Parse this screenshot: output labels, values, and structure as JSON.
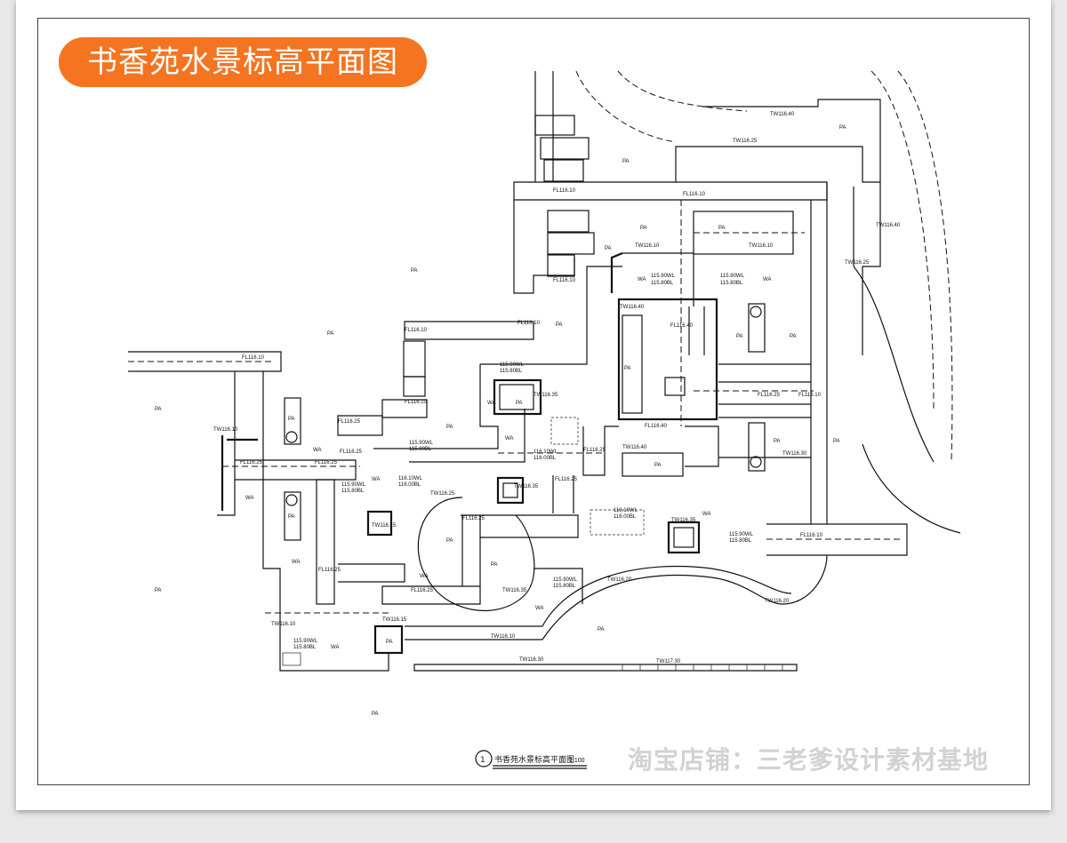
{
  "title": "书香苑水景标高平面图",
  "watermark": "淘宝店铺：三老爹设计素材基地",
  "caption": {
    "number": "1",
    "title": "书香苑水景标高平面图",
    "scale": "1:100"
  },
  "labels": {
    "tw_top_right": "TW116.40",
    "tw_upper": "TW116.25",
    "fl_a": "FL116.10",
    "fl_b": "FL116.10",
    "fl_c": "FL116.10",
    "tw_mid_left": "TW116.10",
    "tw_mid_right": "TW116.10",
    "tw_right_vertical": "TW116.40",
    "tw_right_vertical2": "TW116.25",
    "level_1a": "115.90WL",
    "level_1b": "115.80BL",
    "level_2a": "115.90WL",
    "level_2b": "115.80BL",
    "tw_116_40b": "TW116.40",
    "fl_116_40": "FL116.40",
    "fl_116_10d": "FL116.10",
    "fl_116_10e": "FL116.10",
    "fl_116_10f": "FL116.10",
    "fl_left": "FL116.10",
    "tw_left": "TW116.10",
    "fl_116_25a": "FL116.25",
    "fl_116_25b": "FL116.25",
    "fl_116_25c": "FL116.25",
    "fl_116_25d": "FL116.25",
    "level_3a": "115.90WL",
    "level_3b": "115.80BL",
    "tw_116_35a": "TW116.35",
    "level_4a": "115.90WL",
    "level_4b": "115.80BL",
    "level_5a": "116.10WL",
    "level_5b": "116.00BL",
    "fl_116_40b": "FL116.40",
    "fl_116_25e": "FL116.25",
    "tw_116_40c": "TW116.40",
    "tw_116_35b": "TW116.35",
    "fl_116_25f": "FL116.25",
    "fl_116_25g": "FL116.25",
    "fl_116_25h": "FL116.25",
    "tw_116_35c": "TW116.35",
    "level_6a": "115.90WL",
    "level_6b": "115.80BL",
    "level_7a": "116.10WL",
    "level_7b": "116.00BL",
    "level_8a": "115.90WL",
    "level_8b": "115.80BL",
    "level_9a": "116.10WL",
    "level_9b": "116.00BL",
    "tw_116_25b": "TW116.25",
    "fl_116_25i": "FL116.25",
    "tw_116_15": "TW116.15",
    "level_10a": "115.90WL",
    "level_10b": "115.80BL",
    "tw_116_35d": "TW116.35",
    "fl_116_25j": "FL116.25",
    "fl_116_25k": "FL116.25",
    "tw_116_20": "TW116.20",
    "tw_116_20b": "TW116.20",
    "tw_116_10b": "TW116.10",
    "fl_116_10g": "FL116.10",
    "tw_116_10c": "TW116.10",
    "tw_116_10d": "TW116.10",
    "tw_116_30": "TW116.30",
    "tw_117_30": "TW117.30",
    "fl_116_25l": "FL116.25",
    "tw_116_35e": "TW116.35",
    "tw_116_10e": "TW116.10"
  },
  "zones": {
    "pa": "PA",
    "wa": "WA"
  }
}
